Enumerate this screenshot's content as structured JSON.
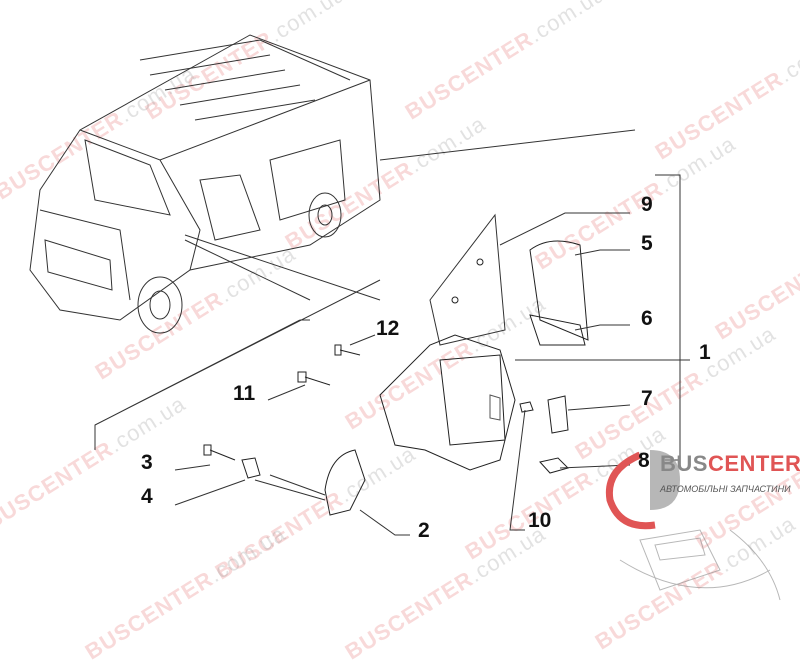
{
  "watermark": {
    "brand": "BUSCENTER",
    "suffix": ".com.ua"
  },
  "callouts": [
    {
      "id": "9",
      "label": "9"
    },
    {
      "id": "5",
      "label": "5"
    },
    {
      "id": "6",
      "label": "6"
    },
    {
      "id": "1",
      "label": "1"
    },
    {
      "id": "7",
      "label": "7"
    },
    {
      "id": "8",
      "label": "8"
    },
    {
      "id": "12",
      "label": "12"
    },
    {
      "id": "11",
      "label": "11"
    },
    {
      "id": "3",
      "label": "3"
    },
    {
      "id": "4",
      "label": "4"
    },
    {
      "id": "2",
      "label": "2"
    },
    {
      "id": "10",
      "label": "10"
    }
  ],
  "logo": {
    "name_gray": "BUS",
    "name_red": "CENTER",
    "subtitle": "АВТОМОБІЛЬНІ ЗАПЧАСТИНИ"
  }
}
